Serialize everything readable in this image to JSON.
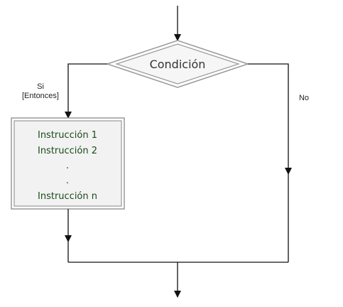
{
  "diagram": {
    "condition_label": "Condición",
    "true_branch_label_line1": "Si",
    "true_branch_label_line2": "[Entonces]",
    "false_branch_label": "No",
    "instructions": [
      "Instrucción 1",
      "Instrucción 2",
      ".",
      ".",
      "Instrucción n"
    ]
  },
  "colors": {
    "line": "#111111",
    "shape_border": "#999999",
    "box_fill": "#f2f2f2",
    "instruction_text": "#1a4a1a"
  }
}
